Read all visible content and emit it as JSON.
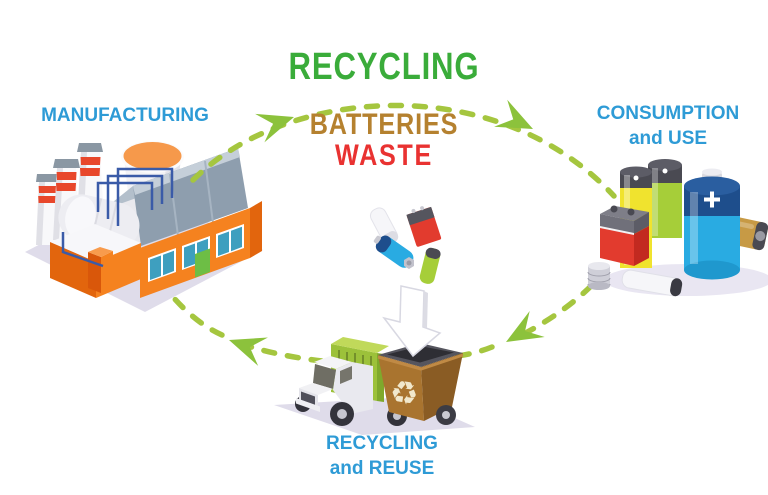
{
  "title": {
    "recycling": "RECYCLING",
    "batteries": "BATTERIES",
    "waste": "WASTE"
  },
  "stages": {
    "manufacturing": {
      "label": "MANUFACTURING"
    },
    "consumption": {
      "label_line1": "CONSUMPTION",
      "label_line2": "and USE"
    },
    "recycling": {
      "label_line1": "RECYCLING",
      "label_line2": "and REUSE"
    }
  },
  "icons": {
    "cycle_arrows": "dashed-green-cycle-arrows",
    "factory": "battery-manufacturing-factory",
    "batteries_pile": "pile-of-used-batteries",
    "falling_batteries": "batteries-dropping-into-bin",
    "down_arrow": "white-down-arrow-into-bin",
    "truck": "garbage-truck",
    "bin": "recycle-wheelie-bin",
    "recycle_symbol": "♻"
  },
  "colors": {
    "background": "#FFFFFF",
    "title_green": "#3AAC3A",
    "title_brown": "#B5812F",
    "title_red": "#E93231",
    "label_blue": "#2E9BD6",
    "dash_green": "#A5C63F",
    "arrow_green": "#8CC23C",
    "factory_orange": "#F5821F",
    "factory_orange_dark": "#E2650D",
    "roof_gray": "#8E9EAE",
    "roof_gray_light": "#B3BFCB",
    "window_teal": "#3E9FBF",
    "pipe_blue": "#3A5BA8",
    "chimney_red": "#E8472B",
    "door_green": "#6DBE45",
    "truck_green": "#9CC13A",
    "truck_green_light": "#C0D95A",
    "bin_brown": "#A9742F",
    "bin_brown_dark": "#8A5C24",
    "battery_blue": "#29ABE2",
    "battery_navy": "#1E4E8C",
    "battery_yellow": "#F0E32E",
    "battery_green": "#A6CE39",
    "battery_red": "#E23B2E",
    "battery_gold": "#C79A45",
    "platform_lavender": "#DFDCEA"
  }
}
